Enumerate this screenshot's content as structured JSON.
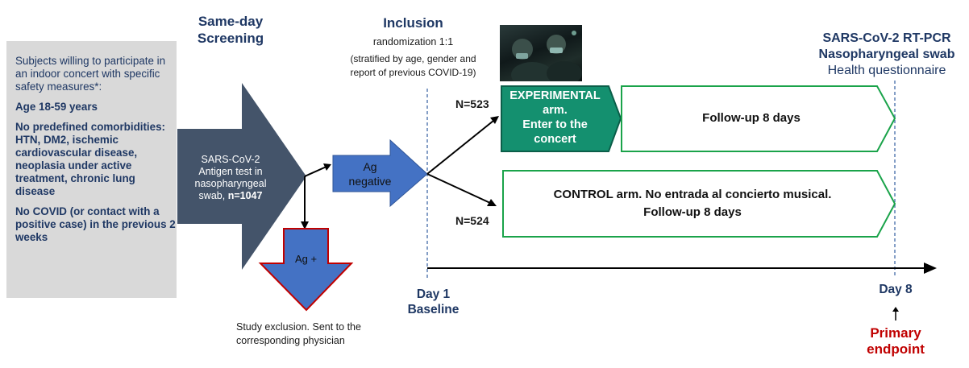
{
  "eligibility": {
    "intro": "Subjects willing to participate in an indoor concert with specific safety measures*:",
    "age": "Age 18-59 years",
    "comorbidities": "No predefined comorbidities: HTN, DM2, ischemic cardiovascular disease, neoplasia under active treatment, chronic lung disease",
    "covid": "No COVID (or contact with a positive case) in the previous 2 weeks"
  },
  "screening": {
    "title": "Same-day Screening",
    "arrow_text_line1": "SARS-CoV-2",
    "arrow_text_line2": "Antigen test in",
    "arrow_text_line3": "nasopharyngeal",
    "arrow_text_line4_prefix": "swab,",
    "arrow_text_line4_bold": "n=1047"
  },
  "ag_negative": {
    "line1": "Ag",
    "line2": "negative"
  },
  "ag_positive": {
    "label": "Ag +"
  },
  "exclusion": {
    "line1": "Study exclusion. Sent to the",
    "line2": "corresponding physician"
  },
  "inclusion": {
    "title": "Inclusion",
    "randomization": "randomization 1:1",
    "strat_line1": "(stratified by age, gender and",
    "strat_line2": "report of previous COVID-19)"
  },
  "experimental": {
    "n": "N=523",
    "line1": "EXPERIMENTAL",
    "line2": "arm.",
    "line3": "Enter to the",
    "line4": "concert",
    "followup": "Follow-up 8 days"
  },
  "control": {
    "n": "N=524",
    "line1": "CONTROL arm. No entrada al concierto musical.",
    "line2": "Follow-up 8 days"
  },
  "outcome": {
    "line1": "SARS-CoV-2 RT-PCR",
    "line2": "Nasopharyngeal swab",
    "line3": "Health questionnaire"
  },
  "timeline": {
    "day1": "Day 1",
    "baseline": "Baseline",
    "day8": "Day 8",
    "primary": "Primary",
    "endpoint": "endpoint"
  },
  "colors": {
    "navy_text": "#1f3864",
    "slate_arrow": "#44546a",
    "blue_arrow": "#4472c4",
    "green_border": "#1aa34a",
    "teal_fill": "#14906f",
    "red_text": "#c00000",
    "gray_box": "#d9d9d9"
  }
}
